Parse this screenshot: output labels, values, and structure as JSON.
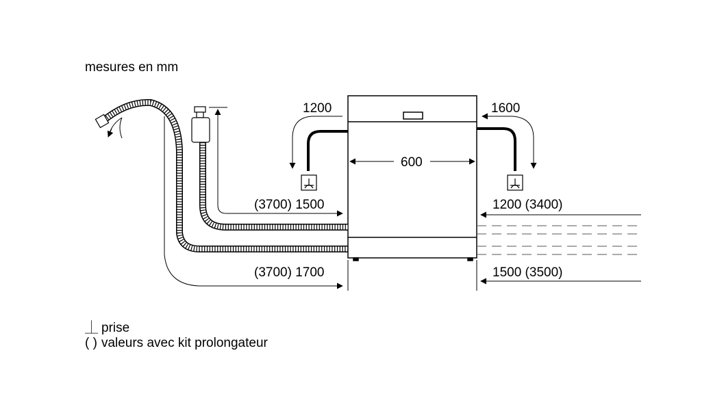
{
  "header": {
    "units_note": "mesures en mm"
  },
  "dimensions": {
    "left_top_drop": "1200",
    "right_top_drop": "1600",
    "appliance_width": "600",
    "left_inlet_length": "(3700) 1500",
    "left_drain_length": "(3700) 1700",
    "right_inlet_length": "1200 (3400)",
    "right_drain_length": "1500 (3500)"
  },
  "legend": {
    "socket_symbol": "⏊",
    "socket_label": "prise",
    "paren_symbol": "( )",
    "paren_label": "valeurs avec kit prolongateur"
  },
  "colors": {
    "line": "#000000",
    "light_line": "#555555",
    "background": "#ffffff"
  }
}
